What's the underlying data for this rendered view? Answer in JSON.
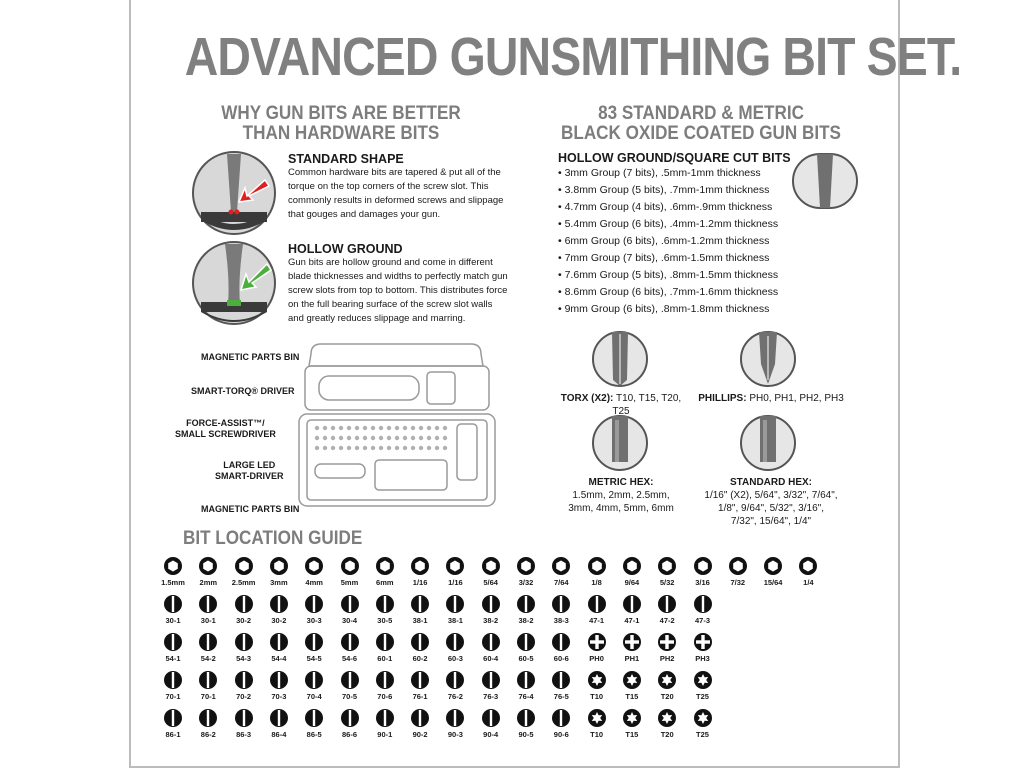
{
  "title": "ADVANCED GUNSMITHING BIT SET.",
  "left": {
    "heading": [
      "WHY GUN BITS ARE BETTER",
      "THAN HARDWARE BITS"
    ],
    "standard": {
      "title": "STANDARD SHAPE",
      "body": "Common hardware bits are tapered & put all of the torque on the top corners of the screw slot. This commonly results in deformed screws and slippage that gouges and damages your gun."
    },
    "hollow": {
      "title": "HOLLOW GROUND",
      "body": "Gun bits are hollow ground and come in different blade thicknesses and widths to perfectly match gun screw slots from top to bottom. This distributes force on the full bearing surface of the screw slot walls and greatly reduces slippage and marring."
    },
    "callouts": {
      "bin_top": "MAGNETIC PARTS BIN",
      "torq": "SMART-TORQ® DRIVER",
      "force1": "FORCE-ASSIST™/",
      "force2": "SMALL SCREWDRIVER",
      "led1": "LARGE LED",
      "led2": "SMART-DRIVER",
      "bin_bottom": "MAGNETIC PARTS BIN"
    }
  },
  "right": {
    "heading": [
      "83 STANDARD & METRIC",
      "BLACK OXIDE COATED GUN BITS"
    ],
    "hollow_title": "HOLLOW GROUND/SQUARE CUT BITS",
    "groups": [
      "• 3mm Group (7 bits), .5mm-1mm thickness",
      "• 3.8mm Group (5 bits), .7mm-1mm thickness",
      "• 4.7mm Group (4 bits), .6mm-.9mm thickness",
      "• 5.4mm Group (6 bits), .4mm-1.2mm thickness",
      "• 6mm Group (6 bits), .6mm-1.2mm thickness",
      "• 7mm Group (7 bits), .6mm-1.5mm thickness",
      "• 7.6mm Group (5 bits), .8mm-1.5mm thickness",
      "• 8.6mm Group (6 bits), .7mm-1.6mm thickness",
      "• 9mm Group (6 bits), .8mm-1.8mm thickness"
    ],
    "torx": {
      "name": "TORX (X2):",
      "sizes": "T10, T15, T20, T25"
    },
    "phillips": {
      "name": "PHILLIPS:",
      "sizes": "PH0, PH1, PH2, PH3"
    },
    "metric": {
      "name": "METRIC HEX:",
      "line1": "1.5mm, 2mm, 2.5mm,",
      "line2": "3mm, 4mm, 5mm, 6mm"
    },
    "standard": {
      "name": "STANDARD HEX:",
      "line1": "1/16\" (X2), 5/64\", 3/32\", 7/64\",",
      "line2": "1/8\", 9/64\", 5/32\", 3/16\",",
      "line3": "7/32\", 15/64\", 1/4\""
    }
  },
  "guide": {
    "title": "BIT LOCATION GUIDE",
    "rows": [
      {
        "type": "hex",
        "labels": [
          "1.5mm",
          "2mm",
          "2.5mm",
          "3mm",
          "4mm",
          "5mm",
          "6mm",
          "1/16",
          "1/16",
          "5/64",
          "3/32",
          "7/64",
          "1/8",
          "9/64",
          "5/32",
          "3/16",
          "7/32",
          "15/64",
          "1/4"
        ]
      },
      {
        "type": "slot",
        "labels": [
          "30-1",
          "30-1",
          "30-2",
          "30-2",
          "30-3",
          "30-4",
          "30-5",
          "38-1",
          "38-1",
          "38-2",
          "38-2",
          "38-3",
          "47-1",
          "47-1",
          "47-2",
          "47-3"
        ]
      },
      {
        "type": "mixed",
        "labels": [
          "54-1",
          "54-2",
          "54-3",
          "54-4",
          "54-5",
          "54-6",
          "60-1",
          "60-2",
          "60-3",
          "60-4",
          "60-5",
          "60-6",
          "PH0",
          "PH1",
          "PH2",
          "PH3"
        ]
      },
      {
        "type": "mixedtorx",
        "labels": [
          "70-1",
          "70-1",
          "70-2",
          "70-3",
          "70-4",
          "70-5",
          "70-6",
          "76-1",
          "76-2",
          "76-3",
          "76-4",
          "76-5",
          "T10",
          "T15",
          "T20",
          "T25"
        ]
      },
      {
        "type": "mixedtorx",
        "labels": [
          "86-1",
          "86-2",
          "86-3",
          "86-4",
          "86-5",
          "86-6",
          "90-1",
          "90-2",
          "90-3",
          "90-4",
          "90-5",
          "90-6",
          "T10",
          "T15",
          "T20",
          "T25"
        ]
      }
    ]
  }
}
